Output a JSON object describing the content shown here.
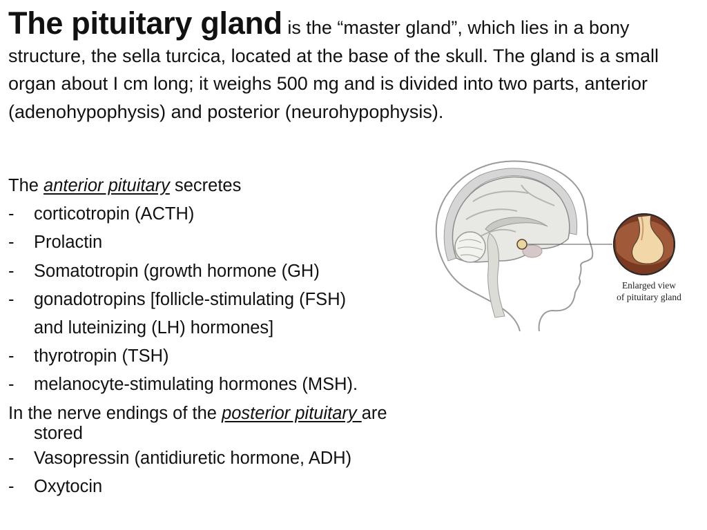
{
  "intro": {
    "title": "The pituitary gland",
    "text": " is the “master gland”, which lies in a bony structure, the sella turcica, located at the base of the skull. The gland is a small organ about I cm long; it weighs 500 mg and is divided into two parts, anterior (adenohypophysis) and posterior (neurohypophysis)."
  },
  "anterior": {
    "lead_pre": "The ",
    "lead_term": "anterior pituitary",
    "lead_post": " secretes",
    "dash": "-",
    "items": [
      "corticotropin (ACTH)",
      "Prolactin",
      "Somatotropin (growth hormone (GH)",
      "gonadotropins [follicle-stimulating (FSH)",
      "and luteinizing (LH) hormones]",
      "thyrotropin (TSH)",
      "melanocyte-stimulating hormones (MSH)."
    ]
  },
  "posterior": {
    "lead_pre": "In the nerve endings of the ",
    "lead_term": "posterior pituitary ",
    "lead_post": "are",
    "lead_cont": "stored",
    "items": [
      "Vasopressin (antidiuretic hormone, ADH)",
      "Oxytocin"
    ]
  },
  "figure": {
    "caption_line1": "Enlarged view",
    "caption_line2": "of pituitary gland"
  }
}
